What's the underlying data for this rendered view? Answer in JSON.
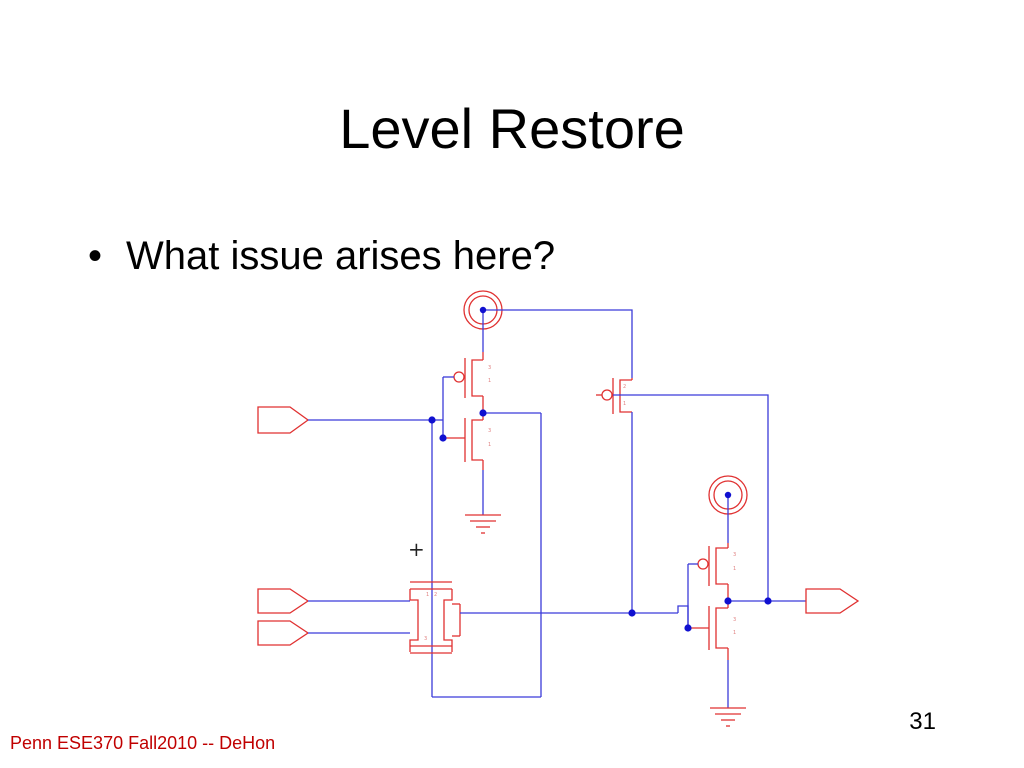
{
  "slide": {
    "title": "Level Restore",
    "bullets": [
      {
        "text": "What issue arises here?"
      }
    ],
    "footer": "Penn ESE370 Fall2010 -- DeHon",
    "page_number": "31"
  },
  "diagram": {
    "plus_marker": "+"
  },
  "colors": {
    "wire": "#3b3bd9",
    "component": "#e03131",
    "node": "#1010d0",
    "footer_text": "#c00000"
  }
}
